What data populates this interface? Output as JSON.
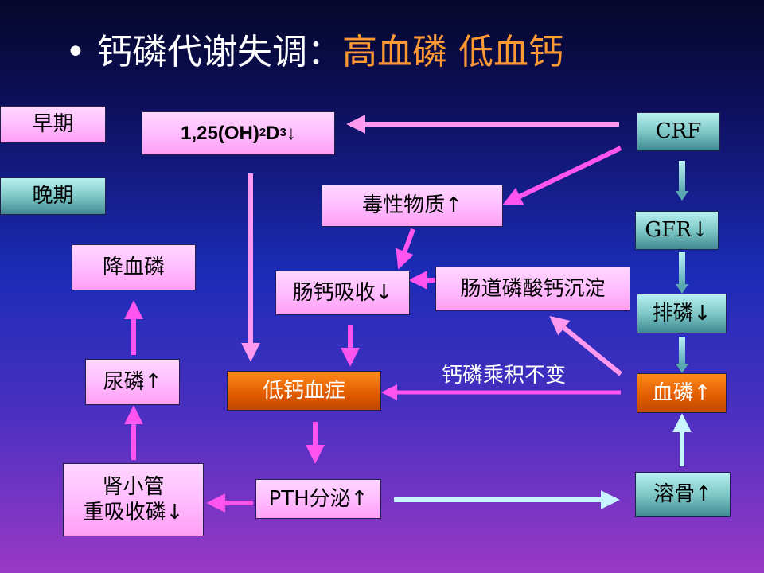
{
  "title": {
    "bullet": "•",
    "main": "钙磷代谢失调：",
    "highlight": "高血磷 低血钙"
  },
  "legend": {
    "early": "早期",
    "late": "晚期"
  },
  "nodes": {
    "vitd_prefix": "1,25(OH)",
    "vitd_sub1": "2",
    "vitd_d": "D",
    "vitd_sub2": "3",
    "vitd_arrow": "↓",
    "crf": "CRF",
    "toxins": "毒性物质↑",
    "gfr": "GFR↓",
    "calcium_absorption": "肠钙吸收↓",
    "intestinal_precip": "肠道磷酸钙沉淀",
    "phosphate_excretion": "排磷↓",
    "lower_phosphate": "降血磷",
    "urine_phosphate": "尿磷↑",
    "hypocalcemia": "低钙血症",
    "blood_phosphate": "血磷↑",
    "tubule_line1": "肾小管",
    "tubule_line2": "重吸收磷↓",
    "pth": "PTH分泌↑",
    "bone_dissolve": "溶骨↑"
  },
  "labels": {
    "ca_p_product": "钙磷乘积不变"
  },
  "colors": {
    "pink_arrow": "#ff99f0",
    "magenta_arrow": "#ff55ee",
    "cyan_arrow": "#c8f4ff"
  }
}
